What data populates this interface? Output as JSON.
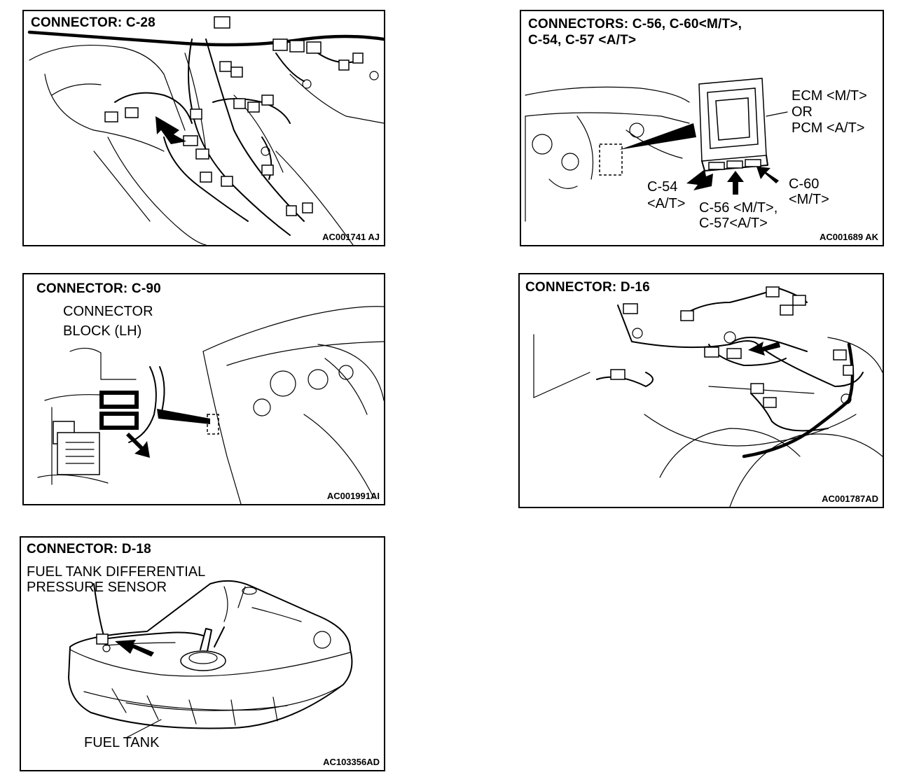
{
  "panels": {
    "c28": {
      "title": "CONNECTOR: C-28",
      "code": "AC001741 AJ"
    },
    "c56": {
      "title_line1": "CONNECTORS: C-56, C-60<M/T>,",
      "title_line2": "C-54, C-57 <A/T>",
      "ecm_line1": "ECM <M/T>",
      "ecm_line2": "OR",
      "ecm_line3": "PCM <A/T>",
      "c54_line1": "C-54",
      "c54_line2": "<A/T>",
      "c56_line1": "C-56 <M/T>,",
      "c56_line2": "C-57<A/T>",
      "c60_line1": "C-60",
      "c60_line2": "<M/T>",
      "code": "AC001689 AK"
    },
    "c90": {
      "title": "CONNECTOR: C-90",
      "block_line1": "CONNECTOR",
      "block_line2": "BLOCK (LH)",
      "code": "AC001991AI"
    },
    "d16": {
      "title": "CONNECTOR: D-16",
      "code": "AC001787AD"
    },
    "d18": {
      "title": "CONNECTOR: D-18",
      "sensor_line1": "FUEL TANK DIFFERENTIAL",
      "sensor_line2": "PRESSURE SENSOR",
      "tank_label": "FUEL TANK",
      "code": "AC103356AD"
    }
  }
}
